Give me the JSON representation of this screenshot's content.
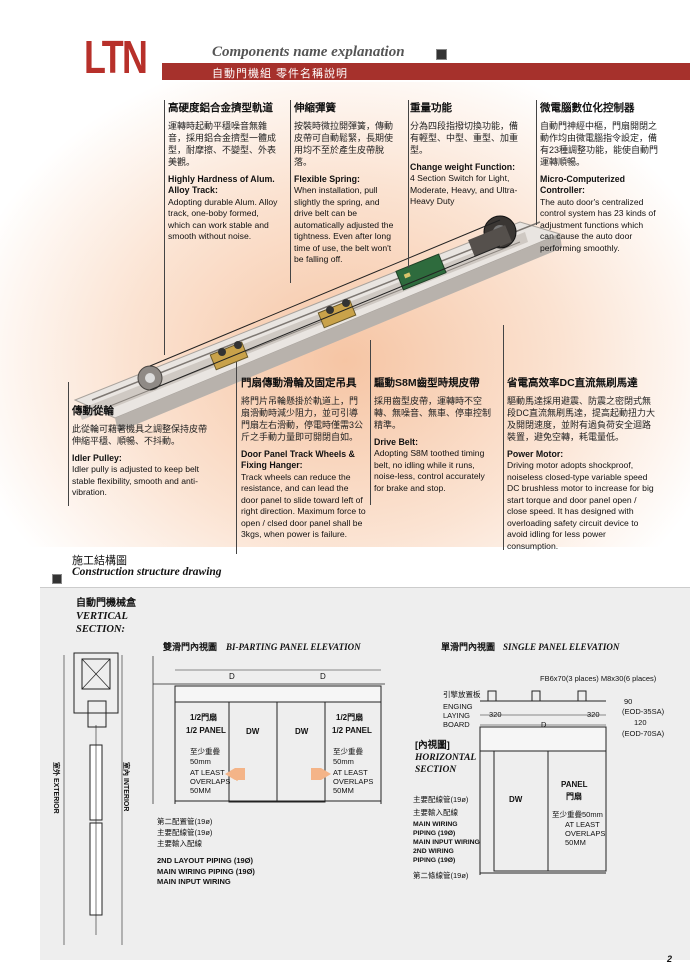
{
  "header": {
    "brand": "LTN",
    "title_en": "Components name explanation",
    "title_zh": "自動門機組 零件名稱說明"
  },
  "components": [
    {
      "zh_title": "高硬度鋁合金擠型軌道",
      "zh_text": "運轉時起動平穩噪音無雜音，採用鋁合金擠型一體成型，耐摩擦、不變型、外表美觀。",
      "en_title": "Highly Hardness of Alum. Alloy Track:",
      "en_text": "Adopting durable Alum. Alloy track, one-boby formed, which can work stable and smooth without noise."
    },
    {
      "zh_title": "伸縮彈簧",
      "zh_text": "按裝時微拉開彈簧，傳動皮帶可自動鬆緊，長期使用均不至於產生皮帶脫落。",
      "en_title": "Flexible Spring:",
      "en_text": "When installation, pull slightly the spring, and drive belt can be automatically adjusted the tightness. Even after long time of use, the belt won't be falling off."
    },
    {
      "zh_title": "重量功能",
      "zh_text": "分為四段指撥切換功能，備有輕型、中型、重型、加重型。",
      "en_title": "Change weight Function:",
      "en_text": "4 Section Switch for Light, Moderate, Heavy, and Ultra-Heavy Duty"
    },
    {
      "zh_title": "微電腦數位化控制器",
      "zh_text": "自動門神經中樞，門扇開閉之動作均由微電腦指令設定，備有23種調整功能，能使自動門運轉順暢。",
      "en_title": "Micro-Computerized Controller:",
      "en_text": "The auto door's centralized control system has 23 kinds of adjustment functions which can cause the auto door performing smoothly."
    },
    {
      "zh_title": "傳動從輪",
      "zh_text": "此從輪可藉著機具之調整保持皮帶伸縮平穩、順暢、不抖動。",
      "en_title": "Idler Pulley:",
      "en_text": "Idler pully is adjusted to keep belt stable flexibility, smooth and anti-vibration."
    },
    {
      "zh_title": "門扇傳動滑輪及固定吊具",
      "zh_text": "將門片吊輪懸掛於軌道上，門扇滑動時減少阻力，並可引導門扇左右滑動，停電時僅需3公斤之手動力量即可開閉自如。",
      "en_title": "Door Panel Track Wheels & Fixing Hanger:",
      "en_text": "Track wheels can reduce the resistance, and can lead the door panel to slide toward left of right direction. Maximum force to open / clsed door panel shall be 3kgs, when power is failure."
    },
    {
      "zh_title": "驅動S8M齒型時規皮帶",
      "zh_text": "採用齒型皮帶，運轉時不空轉、無噪音、無車、停車控制精準。",
      "en_title": "Drive Belt:",
      "en_text": "Adopting S8M toothed timing belt, no idling while it runs, noise-less, control accurately for brake and stop."
    },
    {
      "zh_title": "省電高效率DC直流無刷馬達",
      "zh_text": "驅動馬達採用避震、防震之密閉式無段DC直流無刷馬達，提高起動扭力大及開閉速度，並附有過負荷安全迴路裝置，避免空轉，耗電量低。",
      "en_title": "Power Motor:",
      "en_text": "Driving motor adopts shockproof, noiseless closed-type variable speed DC brushless motor to increase for big start torque and door panel open / close speed. It has designed with overloading safety circuit device to avoid idling for less power consumption."
    }
  ],
  "section": {
    "title_zh": "施工結構圖",
    "title_en": "Construction structure drawing"
  },
  "vertical": {
    "title_zh": "自動門機械盒",
    "title_en_1": "VERTICAL",
    "title_en_2": "SECTION:",
    "exterior": "室外 EXTERIOR",
    "interior": "室內 INTERIOR"
  },
  "biparting": {
    "title_zh": "雙滑門內視圖",
    "title_en": "BI-PARTING PANEL ELEVATION",
    "d_left": "D",
    "d_right": "D",
    "half_panel_zh": "1/2門扇",
    "half_panel_en": "1/2 PANEL",
    "dw": "DW",
    "overlap_zh": "至少重疊",
    "overlap_50": "50mm",
    "overlap_en_1": "AT LEAST",
    "overlap_en_2": "OVERLAPS",
    "overlap_en_3": "50MM",
    "pipe_1": "第二配置管(19ø)",
    "pipe_2": "主要配線管(19ø)",
    "pipe_3": "主要輸入配線",
    "pipe_en_1": "2ND LAYOUT PIPING (19Ø)",
    "pipe_en_2": "MAIN WIRING PIPING (19Ø)",
    "pipe_en_3": "MAIN INPUT WIRING"
  },
  "single": {
    "title_zh": "單滑門內視圖",
    "title_en": "SINGLE PANEL ELEVATION",
    "fb_note": "FB6x70(3 places) M8x30(6 places)",
    "engine_board_zh": "引擎放置板",
    "engine_board_en_1": "ENGING",
    "engine_board_en_2": "LAYING",
    "engine_board_en_3": "BOARD",
    "dim_320_left": "320",
    "dim_320_right": "320",
    "dim_d": "D",
    "dim_90": "90",
    "eod35": "(EOD-35SA)",
    "dim_120": "120",
    "eod70": "(EOD-70SA)",
    "horiz_zh": "[內視圖]",
    "horiz_en_1": "HORIZONTAL",
    "horiz_en_2": "SECTION",
    "main_pipe_zh": "主要配線管(19ø)",
    "main_input_zh": "主要輸入配線",
    "main_pipe_en_1": "MAIN WIRING",
    "main_pipe_en_2": "PIPING (19Ø)",
    "main_input_en": "MAIN INPUT WIRING",
    "second_en_1": "2ND WIRING",
    "second_en_2": "PIPING (19Ø)",
    "second_zh": "第二條線管(19ø)",
    "dw": "DW",
    "panel_en": "PANEL",
    "panel_zh": "門扇",
    "overlap_zh": "至少重疊50mm",
    "overlap_en_1": "AT LEAST",
    "overlap_en_2": "OVERLAPS",
    "overlap_en_3": "50MM"
  },
  "page_number": "2"
}
